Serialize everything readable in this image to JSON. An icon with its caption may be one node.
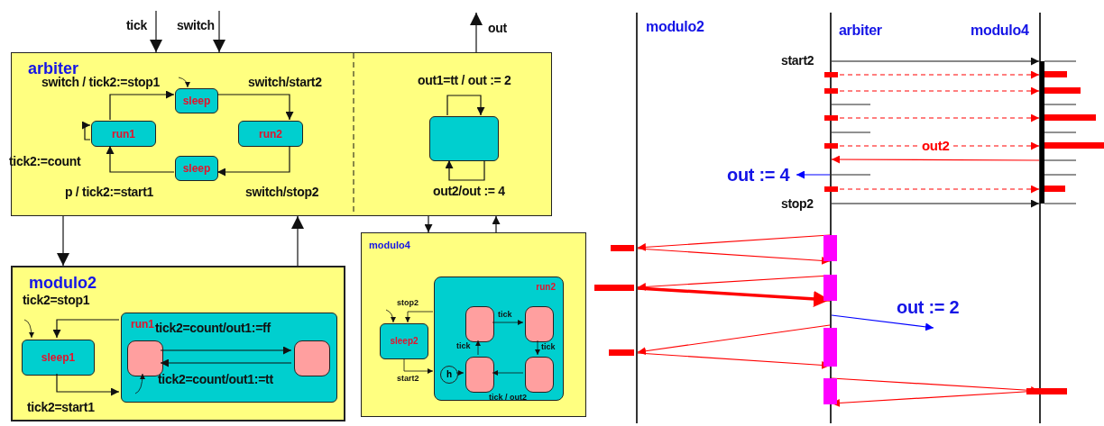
{
  "diagram": {
    "nodes": [
      {
        "text": [
          "arbiter"
        ]
      },
      {
        "text": [
          "sleep"
        ],
        "in": 0
      },
      {
        "text": [
          "run1"
        ],
        "in": 0
      },
      {
        "text": [
          "run2"
        ],
        "in": 0
      },
      {
        "text": [
          "sleep"
        ],
        "in": 0
      },
      {
        "text": [],
        "shape": "box",
        "in": 0
      },
      {
        "text": [
          "modulo2"
        ]
      },
      {
        "text": [
          "sleep1"
        ],
        "in": 6
      },
      {
        "text": [
          "run1"
        ],
        "in": 6
      },
      {
        "text": [],
        "shape": "box",
        "in": 8
      },
      {
        "text": [],
        "shape": "box",
        "in": 8
      },
      {
        "text": [
          "modulo4"
        ]
      },
      {
        "text": [
          "sleep2"
        ],
        "in": 11
      },
      {
        "text": [
          "run2"
        ],
        "in": 11
      },
      {
        "text": [],
        "shape": "box",
        "in": 13
      },
      {
        "text": [],
        "shape": "box",
        "in": 13
      },
      {
        "text": [],
        "shape": "box",
        "in": 13
      },
      {
        "text": [],
        "shape": "box",
        "in": 13
      },
      {
        "text": [
          "h"
        ],
        "in": 13
      },
      {
        "text": [],
        "shape": "line",
        "beside": [
          "modulo2"
        ]
      },
      {
        "text": [],
        "shape": "line",
        "beside": [
          "arbiter"
        ]
      },
      {
        "text": [],
        "shape": "line",
        "beside": [
          "modulo4"
        ]
      }
    ],
    "edges": [
      {
        "from": null,
        "to": 0,
        "arrow": "to",
        "label": "tick"
      },
      {
        "from": null,
        "to": 0,
        "arrow": "to",
        "label": "switch"
      },
      {
        "from": 0,
        "to": null,
        "arrow": "to",
        "label": "out"
      },
      {
        "from": null,
        "to": 1,
        "arrow": "to"
      },
      {
        "from": 2,
        "to": 1,
        "arrow": "to",
        "label": "switch / tick2:=stop1"
      },
      {
        "from": 1,
        "to": 3,
        "arrow": "to",
        "label": "switch/start2"
      },
      {
        "from": 3,
        "to": 4,
        "arrow": "to",
        "label": "switch/stop2"
      },
      {
        "from": 4,
        "to": 2,
        "arrow": "to",
        "label": "p / tick2:=start1"
      },
      {
        "from": 2,
        "to": 2,
        "arrow": "to",
        "label": "tick2:=count"
      },
      {
        "from": 5,
        "to": 5,
        "arrow": "to",
        "label": "out1=tt / out := 2"
      },
      {
        "from": 5,
        "to": 5,
        "arrow": "to",
        "label": "out2/out := 4"
      },
      {
        "from": 0,
        "to": 6,
        "arrow": "to"
      },
      {
        "from": 6,
        "to": 0,
        "arrow": "to"
      },
      {
        "from": 0,
        "to": 11,
        "arrow": "to"
      },
      {
        "from": 11,
        "to": 0,
        "arrow": "to"
      },
      {
        "from": null,
        "to": 7,
        "arrow": "to"
      },
      {
        "from": 8,
        "to": 7,
        "arrow": "to",
        "label": "tick2=stop1"
      },
      {
        "from": 7,
        "to": 8,
        "arrow": "to",
        "label": "tick2=start1"
      },
      {
        "from": 9,
        "to": 10,
        "arrow": "to",
        "label": "tick2=count/out1:=ff"
      },
      {
        "from": 10,
        "to": 9,
        "arrow": "to",
        "label": "tick2=count/out1:=tt"
      },
      {
        "from": null,
        "to": 9,
        "arrow": "to"
      },
      {
        "from": null,
        "to": 12,
        "arrow": "to"
      },
      {
        "from": 13,
        "to": 12,
        "arrow": "to",
        "label": "stop2"
      },
      {
        "from": 12,
        "to": 13,
        "arrow": "to",
        "label": "start2"
      },
      {
        "from": 14,
        "to": 15,
        "arrow": "to",
        "label": "tick"
      },
      {
        "from": 15,
        "to": 16,
        "arrow": "to",
        "label": "tick"
      },
      {
        "from": 16,
        "to": 17,
        "arrow": "to",
        "label": "tick / out2"
      },
      {
        "from": 17,
        "to": 14,
        "arrow": "to",
        "label": "tick"
      },
      {
        "from": 18,
        "to": 17,
        "arrow": "to"
      },
      {
        "from": 20,
        "to": 21,
        "arrow": "to",
        "label": "start2"
      },
      {
        "from": 20,
        "to": 21,
        "arrow": "to",
        "style": "dashed",
        "color": "#ff0000"
      },
      {
        "from": 20,
        "to": 21,
        "arrow": "to",
        "style": "dashed",
        "color": "#ff0000"
      },
      {
        "from": 20,
        "to": 21,
        "arrow": "to",
        "style": "dashed",
        "color": "#ff0000"
      },
      {
        "from": 20,
        "to": 21,
        "arrow": "to",
        "style": "dashed",
        "color": "#ff0000",
        "label": "out2"
      },
      {
        "from": 20,
        "to": 21,
        "arrow": "to",
        "style": "dashed",
        "color": "#ff0000"
      },
      {
        "from": 21,
        "to": 20,
        "arrow": "to",
        "color": "#ff0000"
      },
      {
        "from": 20,
        "to": null,
        "arrow": "to",
        "color": "#0000ff",
        "label": "out := 4"
      },
      {
        "from": 20,
        "to": 21,
        "arrow": "to",
        "label": "stop2"
      },
      {
        "from": 20,
        "to": 19,
        "arrow": "to",
        "color": "#ff0000"
      },
      {
        "from": 19,
        "to": 20,
        "arrow": "to",
        "color": "#ff0000"
      },
      {
        "from": 20,
        "to": 19,
        "arrow": "to",
        "color": "#ff0000"
      },
      {
        "from": 19,
        "to": 20,
        "arrow": "to",
        "color": "#ff0000",
        "style": "thick"
      },
      {
        "from": 20,
        "to": 19,
        "arrow": "to",
        "color": "#ff0000"
      },
      {
        "from": 19,
        "to": 20,
        "arrow": "to",
        "color": "#ff0000"
      },
      {
        "from": 20,
        "to": 21,
        "arrow": "to",
        "color": "#ff0000"
      },
      {
        "from": 21,
        "to": 20,
        "arrow": "to",
        "color": "#ff0000"
      },
      {
        "from": 20,
        "to": null,
        "arrow": "to",
        "color": "#0000ff",
        "label": "out := 2"
      }
    ]
  }
}
